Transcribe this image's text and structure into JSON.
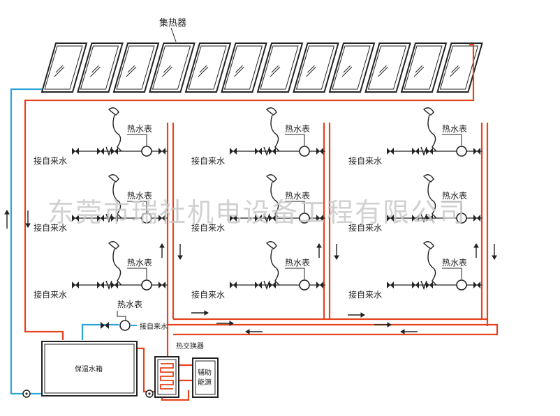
{
  "labels": {
    "collector": "集热器",
    "heat_meter": "热水表",
    "tap_water": "接自来水",
    "tank": "保温水箱",
    "heat_exchanger": "热交换器",
    "aux_energy_line1": "辅助",
    "aux_energy_line2": "能源"
  },
  "watermark": "东莞市瑞社机电设备工程有限公司",
  "colors": {
    "hot_pipe": "#e8431f",
    "cold_pipe": "#2aa5d8",
    "outline": "#222222",
    "watermark": "#c9c9c9"
  },
  "counts": {
    "collector_panels": 12,
    "riser_columns": 3,
    "floors_per_column": 3
  }
}
